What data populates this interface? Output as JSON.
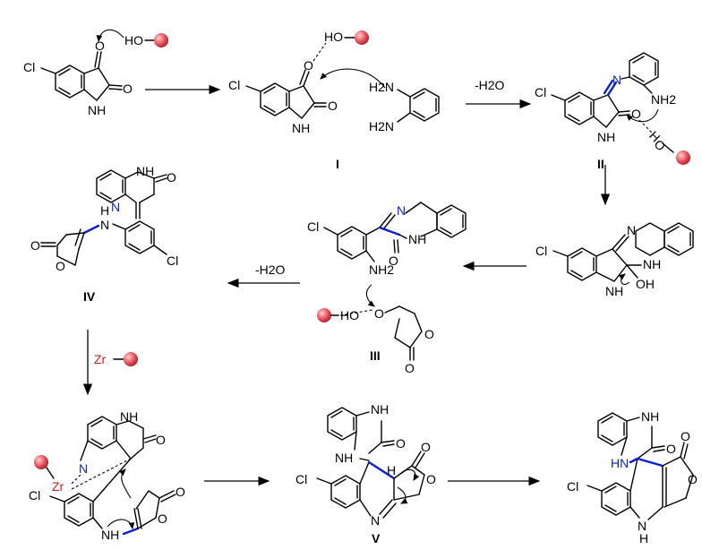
{
  "labels": {
    "cl": "Cl",
    "o": "O",
    "nh": "NH",
    "h": "H",
    "n": "N",
    "ho": "HO",
    "oh": "OH",
    "h2n": "H2N",
    "nh2": "NH2",
    "hn": "HN",
    "zr": "Zr"
  },
  "conditions": {
    "dehydration": "-H2O",
    "catalyst": "Zr"
  },
  "compounds": {
    "i": "I",
    "ii": "II",
    "iii": "III",
    "iv": "IV",
    "v": "V"
  },
  "colors": {
    "bond_highlight": "#0a1fd6",
    "catalyst_sphere": "#e8505b",
    "catalyst_label": "#d61a1a"
  }
}
